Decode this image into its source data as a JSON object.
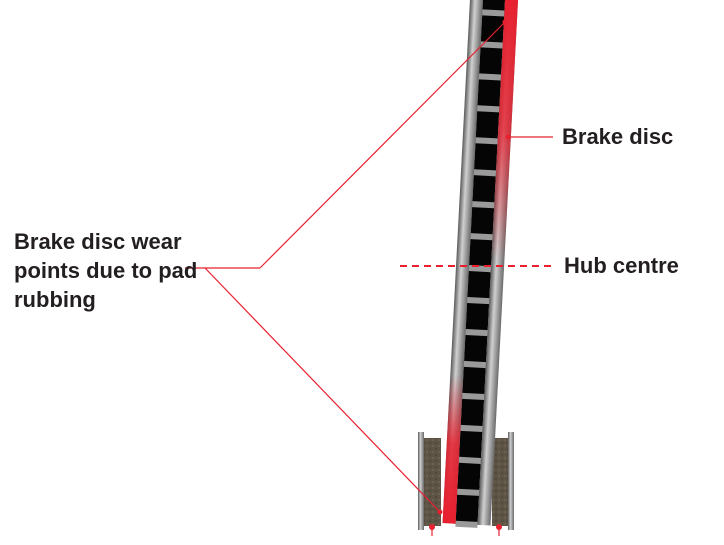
{
  "labels": {
    "wear_points": "Brake disc wear points due to pad rubbing",
    "brake_disc": "Brake disc",
    "hub_centre": "Hub centre"
  },
  "colors": {
    "accent": "#e8202f",
    "text": "#231f20",
    "pad": "#5e5446"
  }
}
